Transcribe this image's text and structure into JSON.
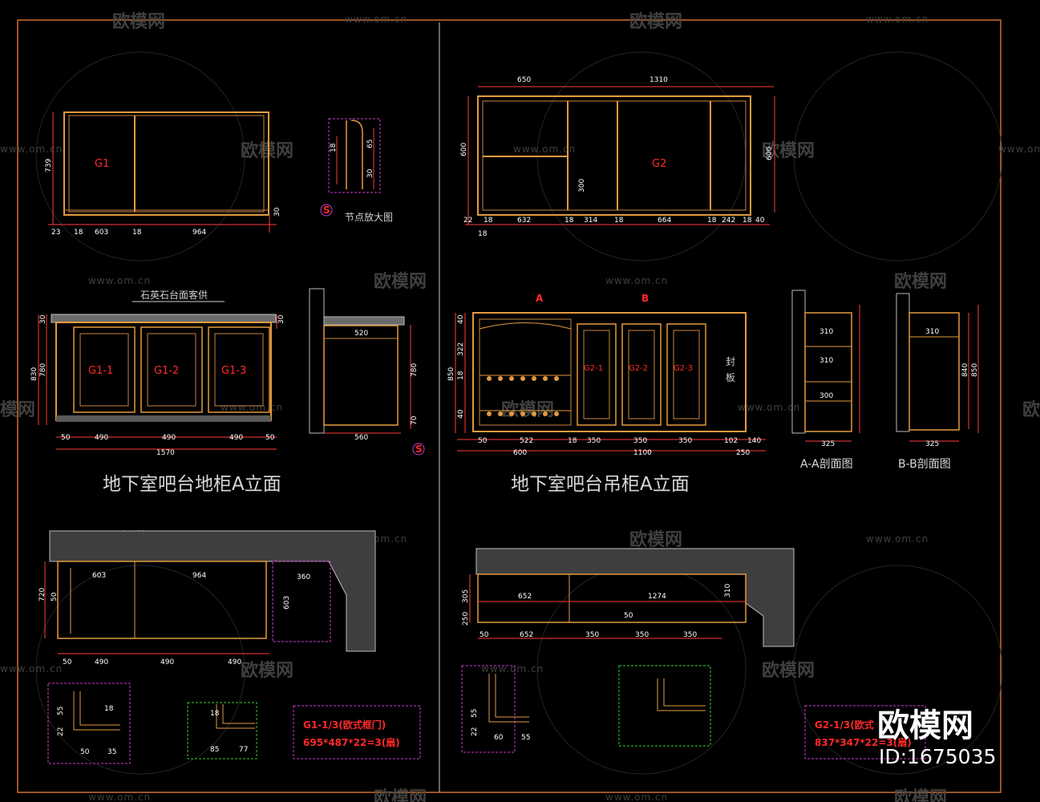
{
  "titles": {
    "left": "地下室吧台地柜A立面",
    "right": "地下室吧台吊柜A立面"
  },
  "watermark": {
    "brand": "欧模网",
    "url": "www.om.cn",
    "brand_cut": "模网"
  },
  "corner_logo": {
    "brand": "欧模网",
    "id": "ID:1675035"
  },
  "labels": {
    "g1": "G1",
    "g2": "G2",
    "g1_1": "G1-1",
    "g1_2": "G1-2",
    "g1_3": "G1-3",
    "g2_1": "G2-1",
    "g2_2": "G2-2",
    "g2_3": "G2-3",
    "stone_note": "石英石台面客供",
    "node_note": "节点放大图",
    "section_a": "A-A剖面图",
    "section_b": "B-B剖面图",
    "side_1": "封",
    "side_2": "板",
    "mark_s": "S",
    "mark_a": "A",
    "mark_b": "B"
  },
  "specs": {
    "g1_line1": "G1-1/3(欧式框门)",
    "g1_line2": "695*487*22=3(扇)",
    "g2_line1": "G2-1/3(欧式",
    "g2_line2": "837*347*22=3(扇)"
  },
  "dims": {
    "g1_elev": {
      "b1": "23",
      "b2": "18",
      "b3": "603",
      "b4": "18",
      "b5": "964",
      "h": "739",
      "r": "30"
    },
    "node": {
      "a": "18",
      "b": "65",
      "c": "30"
    },
    "g2_elev": {
      "top1": "650",
      "top2": "1310",
      "h": "600",
      "m": "300",
      "b1": "22",
      "b2": "18",
      "b3": "632",
      "b4": "18",
      "b5": "314",
      "b6": "18",
      "b7": "664",
      "b8": "18",
      "b9": "242",
      "b10": "18",
      "b11": "40",
      "sub": "18"
    },
    "base_elev": {
      "b1": "50",
      "b2": "490",
      "b3": "490",
      "b4": "490",
      "b5": "50",
      "total": "1570",
      "l1": "30",
      "l2": "830",
      "l3": "780",
      "r1": "30"
    },
    "base_side": {
      "top": "520",
      "bot": "560",
      "h": "780",
      "r": "70"
    },
    "wall_elev": {
      "b1": "50",
      "b2": "522",
      "b3": "18",
      "b4": "350",
      "b5": "350",
      "b6": "350",
      "b7": "102",
      "b8": "140",
      "t1": "600",
      "t2": "1100",
      "t3": "250",
      "h": "850",
      "l1": "40",
      "l2": "322",
      "l3": "18",
      "l4": "40"
    },
    "sec_a": {
      "a": "310",
      "b": "310",
      "c": "300",
      "w": "325"
    },
    "sec_b": {
      "a": "310",
      "h1": "840",
      "h2": "850",
      "w": "325"
    },
    "plan_l": {
      "a": "603",
      "b": "964",
      "c": "360",
      "d": "603",
      "e": "50",
      "f": "490",
      "g": "490",
      "h": "490",
      "v": "720",
      "v2": "50"
    },
    "plan_r": {
      "a": "652",
      "b": "1274",
      "c": "310",
      "d": "50",
      "e": "652",
      "f": "50",
      "g": "350",
      "h": "350",
      "i": "350",
      "v1": "305",
      "v2": "250"
    },
    "det1": {
      "a": "50",
      "b": "35",
      "c": "18",
      "d": "55",
      "e": "22"
    },
    "det2": {
      "a": "18",
      "b": "85",
      "c": "77"
    },
    "det3": {
      "a": "60",
      "b": "55",
      "c": "22"
    }
  }
}
